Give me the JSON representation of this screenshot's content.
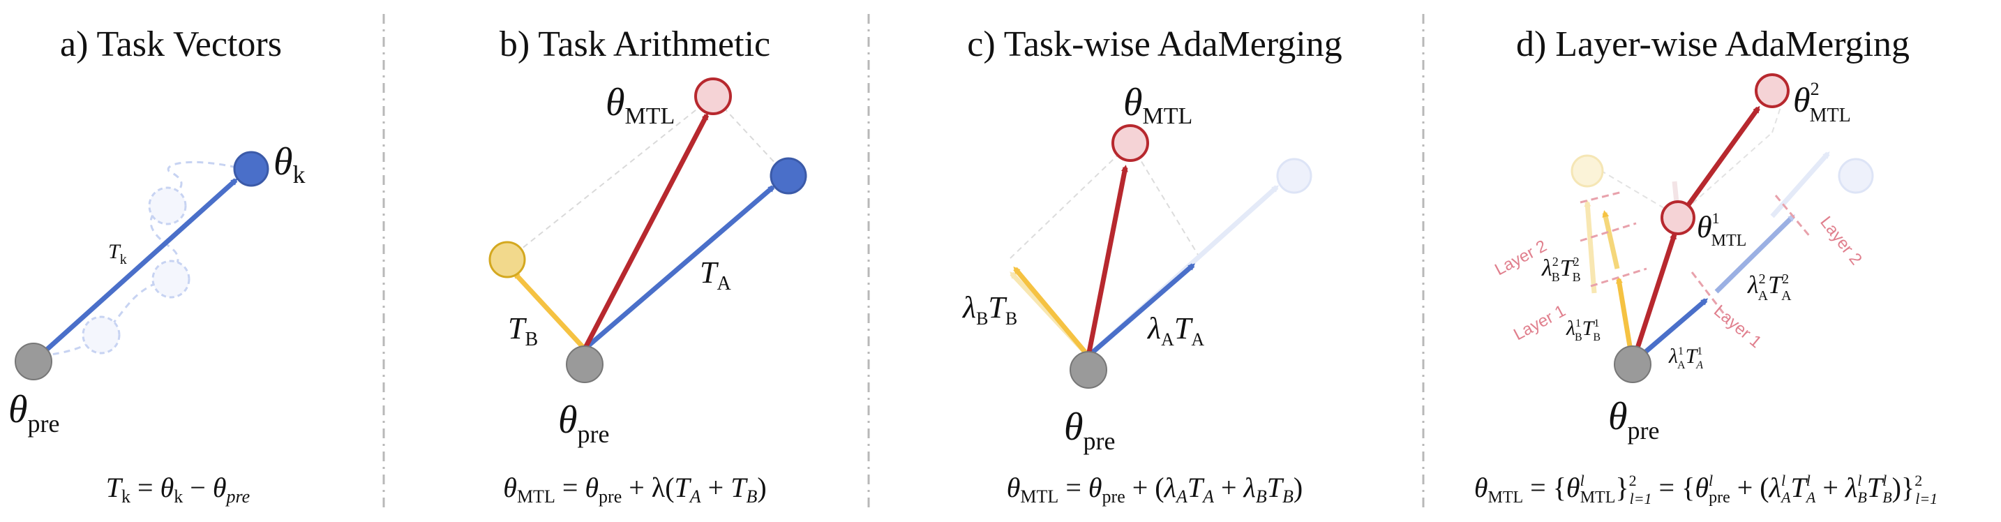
{
  "colors": {
    "blue": "#4a6fc9",
    "blue_fill": "#4a6fc9",
    "red": "#b7282e",
    "red_fill": "#f5d3d6",
    "yellow": "#f5c242",
    "yellow_fill": "#f2d98c",
    "gray": "#9a9a9a",
    "layer_label": "#e07f8d",
    "divider": "#b8b8b8"
  },
  "panels": {
    "a": {
      "title": "a) Task Vectors",
      "theta_k": "θ",
      "theta_k_sub": "k",
      "t_k": "T",
      "t_k_sub": "k",
      "theta_pre": "θ",
      "theta_pre_sub": "pre",
      "formula": {
        "t": "T",
        "t_sub": "k",
        "eq": " = ",
        "th1": "θ",
        "th1_sub": "k",
        "minus": " − ",
        "th2": "θ",
        "th2_sub": "pre"
      }
    },
    "b": {
      "title": "b) Task Arithmetic",
      "theta_mtl": "θ",
      "theta_mtl_sub": "MTL",
      "t_a": "T",
      "t_a_sub": "A",
      "t_b": "T",
      "t_b_sub": "B",
      "theta_pre": "θ",
      "theta_pre_sub": "pre",
      "formula": {
        "th": "θ",
        "th_sub": "MTL",
        "eq": " = ",
        "thp": "θ",
        "thp_sub": "pre",
        "rest_a": " + λ(",
        "ta": "T",
        "ta_sub": "A",
        "plus": " + ",
        "tb": "T",
        "tb_sub": "B",
        "close": ")"
      }
    },
    "c": {
      "title": "c) Task-wise AdaMerging",
      "theta_mtl": "θ",
      "theta_mtl_sub": "MTL",
      "lam_a": "λ",
      "lam_a_sub": "A",
      "t_a": "T",
      "t_a_sub": "A",
      "lam_b": "λ",
      "lam_b_sub": "B",
      "t_b": "T",
      "t_b_sub": "B",
      "theta_pre": "θ",
      "theta_pre_sub": "pre",
      "formula": {
        "th": "θ",
        "th_sub": "MTL",
        "eq": " = ",
        "thp": "θ",
        "thp_sub": "pre",
        "open": " + (",
        "la": "λ",
        "la_sub": "A",
        "ta": "T",
        "ta_sub": "A",
        "plus": " + ",
        "lb": "λ",
        "lb_sub": "B",
        "tb": "T",
        "tb_sub": "B",
        "close": ")"
      }
    },
    "d": {
      "title": "d) Layer-wise AdaMerging",
      "theta_mtl2": "θ",
      "theta_mtl2_sup": "2",
      "theta_mtl2_sub": "MTL",
      "theta_mtl1": "θ",
      "theta_mtl1_sup": "1",
      "theta_mtl1_sub": "MTL",
      "lam_b2": "λ",
      "lam_b2_sup": "2",
      "lam_b2_sub": "B",
      "t_b2": "T",
      "t_b2_sup": "2",
      "t_b2_sub": "B",
      "lam_b1": "λ",
      "lam_b1_sup": "1",
      "lam_b1_sub": "B",
      "t_b1": "T",
      "t_b1_sup": "1",
      "t_b1_sub": "B",
      "lam_a2": "λ",
      "lam_a2_sup": "2",
      "lam_a2_sub": "A",
      "t_a2": "T",
      "t_a2_sup": "2",
      "t_a2_sub": "A",
      "lam_a1": "λ",
      "lam_a1_sup": "1",
      "lam_a1_sub": "A",
      "t_a1": "T",
      "t_a1_sup": "1",
      "t_a1_sub": "A",
      "layer2_left": "Layer 2",
      "layer1_left": "Layer 1",
      "layer2_right": "Layer 2",
      "layer1_right": "Layer 1",
      "theta_pre": "θ",
      "theta_pre_sub": "pre",
      "formula": {
        "th": "θ",
        "th_sub": "MTL",
        "eq1": " = {",
        "thl": "θ",
        "thl_sup": "l",
        "thl_sub": "MTL",
        "close1": "}",
        "sup1": "2",
        "sub1": "l=1",
        "eq2": " = {",
        "thp": "θ",
        "thp_sup": "l",
        "thp_sub": "pre",
        "open": " + (",
        "la": "λ",
        "la_sup": "l",
        "la_sub": "A",
        "ta": "T",
        "ta_sup": "l",
        "ta_sub": "A",
        "plus": " + ",
        "lb": "λ",
        "lb_sup": "l",
        "lb_sub": "B",
        "tb": "T",
        "tb_sup": "l",
        "tb_sub": "B",
        "close2": ")}",
        "sup2": "2",
        "sub2": "l=1"
      }
    }
  }
}
